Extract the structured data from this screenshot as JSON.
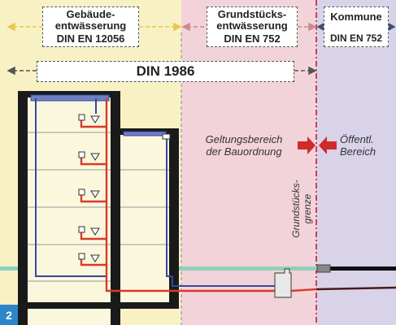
{
  "zones": {
    "building": {
      "title": "Gebäude-\nentwässerung",
      "standard": "DIN EN 12056",
      "color": "#f7f1c4",
      "arrow_color": "#e8c84a"
    },
    "property": {
      "title": "Grundstücks-\nentwässerung",
      "standard": "DIN EN 752",
      "color": "#f3d3da",
      "arrow_color": "#c98a8a"
    },
    "municipal": {
      "title": "Kommune",
      "standard": "DIN EN 752",
      "color": "#d9d3ea",
      "arrow_color": "#3c4f7a"
    }
  },
  "overall_standard": "DIN 1986",
  "annotations": {
    "scope_left": "Geltungsbereich\nder Bauordnung",
    "scope_right": "Öffentl.\nBereich",
    "boundary": "Grundstücks-\ngrenze"
  },
  "figure_number": "2",
  "colors": {
    "boundary_line": "#cc1a2a",
    "building_outline": "#1a1a1a",
    "drain_pipe": "#d93a2b",
    "supply_pipe": "#2f4aa0",
    "ground_line": "#8fd1bd",
    "badge": "#2c86c9"
  }
}
